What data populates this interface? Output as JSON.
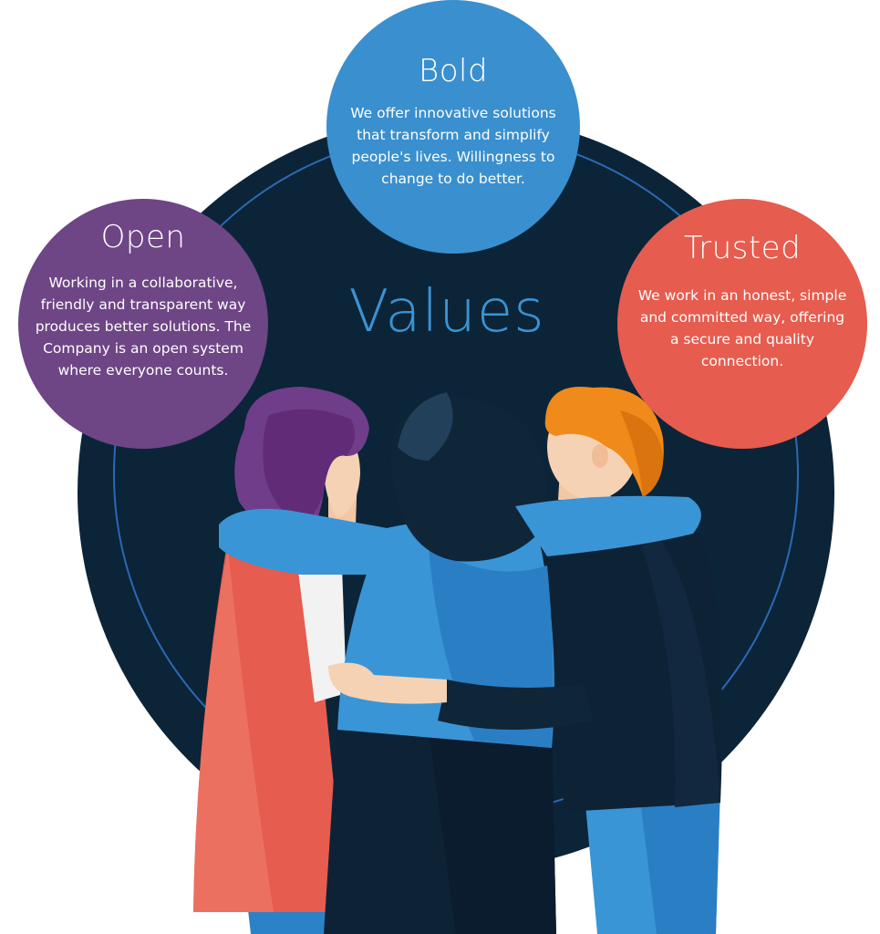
{
  "center_title": "Values",
  "values": [
    {
      "key": "bold",
      "title": "Bold",
      "text": "We offer innovative solutions that transform and simplify people's lives. Willingness to change to do better.",
      "color": "#3a8fcf"
    },
    {
      "key": "open",
      "title": "Open",
      "text": "Working in a collaborative, friendly and transparent way produces better solutions. The Company is an open system where everyone counts.",
      "color": "#6e4585"
    },
    {
      "key": "trusted",
      "title": "Trusted",
      "text": "We work in an honest, simple and committed way, offering a secure and quality connection.",
      "color": "#e65c4e"
    }
  ],
  "colors": {
    "background_circle": "#0c2438",
    "ring": "#2b69b4",
    "title_accent": "#3a93d3"
  },
  "illustration": {
    "subject": "group-hug-illustration",
    "people": [
      "woman-purple-hair",
      "person-dark-hair",
      "man-orange-hair"
    ]
  }
}
